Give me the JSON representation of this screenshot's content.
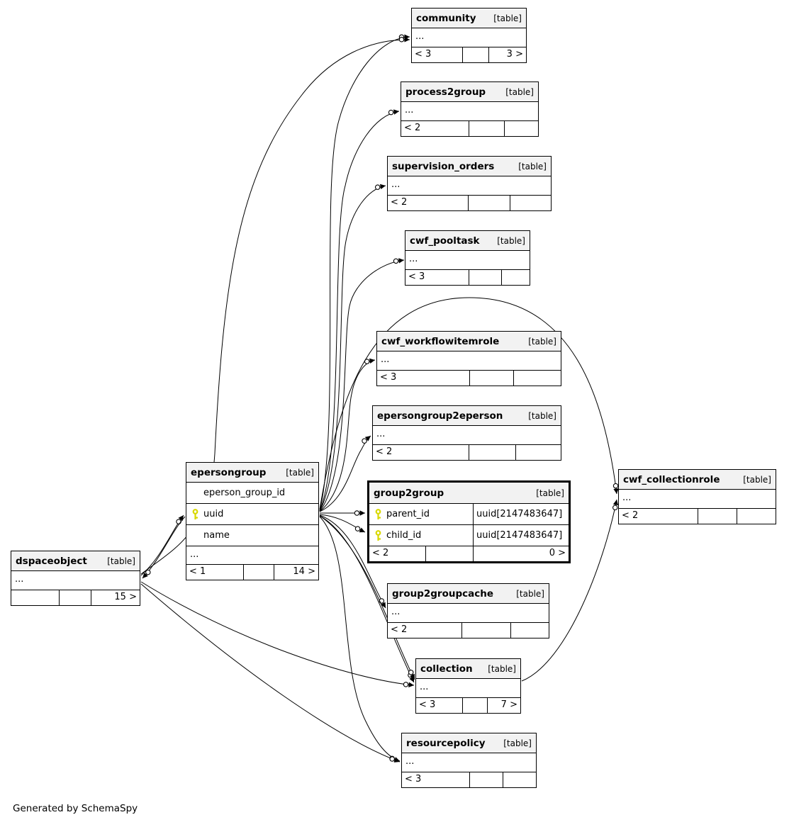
{
  "generated_by": "Generated by SchemaSpy",
  "colors": {
    "header_bg": "#f2f2f2",
    "border": "#000000",
    "key_icon": "#d8d800",
    "background": "#ffffff"
  },
  "tables": {
    "community": {
      "name": "community",
      "tag": "[table]",
      "ellipsis": "...",
      "footer": {
        "left": "< 3",
        "mid": "",
        "right": "3 >"
      }
    },
    "process2group": {
      "name": "process2group",
      "tag": "[table]",
      "ellipsis": "...",
      "footer": {
        "left": "< 2",
        "mid": "",
        "right": ""
      }
    },
    "supervision_orders": {
      "name": "supervision_orders",
      "tag": "[table]",
      "ellipsis": "...",
      "footer": {
        "left": "< 2",
        "mid": "",
        "right": ""
      }
    },
    "cwf_pooltask": {
      "name": "cwf_pooltask",
      "tag": "[table]",
      "ellipsis": "...",
      "footer": {
        "left": "< 3",
        "mid": "",
        "right": ""
      }
    },
    "cwf_workflowitemrole": {
      "name": "cwf_workflowitemrole",
      "tag": "[table]",
      "ellipsis": "...",
      "footer": {
        "left": "< 3",
        "mid": "",
        "right": ""
      }
    },
    "epersongroup2eperson": {
      "name": "epersongroup2eperson",
      "tag": "[table]",
      "ellipsis": "...",
      "footer": {
        "left": "< 2",
        "mid": "",
        "right": ""
      }
    },
    "group2group": {
      "name": "group2group",
      "tag": "[table]",
      "columns": [
        {
          "name": "parent_id",
          "type": "uuid[2147483647]",
          "key": true
        },
        {
          "name": "child_id",
          "type": "uuid[2147483647]",
          "key": true
        }
      ],
      "footer": {
        "left": "< 2",
        "mid": "",
        "right": "0 >"
      }
    },
    "cwf_collectionrole": {
      "name": "cwf_collectionrole",
      "tag": "[table]",
      "ellipsis": "...",
      "footer": {
        "left": "< 2",
        "mid": "",
        "right": ""
      }
    },
    "epersongroup": {
      "name": "epersongroup",
      "tag": "[table]",
      "columns": [
        {
          "name": "eperson_group_id",
          "key": false
        },
        {
          "name": "uuid",
          "key": true
        },
        {
          "name": "name",
          "key": false
        }
      ],
      "ellipsis": "...",
      "footer": {
        "left": "< 1",
        "mid": "",
        "right": "14 >"
      }
    },
    "dspaceobject": {
      "name": "dspaceobject",
      "tag": "[table]",
      "ellipsis": "...",
      "footer": {
        "left": "",
        "mid": "",
        "right": "15 >"
      }
    },
    "group2groupcache": {
      "name": "group2groupcache",
      "tag": "[table]",
      "ellipsis": "...",
      "footer": {
        "left": "< 2",
        "mid": "",
        "right": ""
      }
    },
    "collection": {
      "name": "collection",
      "tag": "[table]",
      "ellipsis": "...",
      "footer": {
        "left": "< 3",
        "mid": "",
        "right": "7 >"
      }
    },
    "resourcepolicy": {
      "name": "resourcepolicy",
      "tag": "[table]",
      "ellipsis": "...",
      "footer": {
        "left": "< 3",
        "mid": "",
        "right": ""
      }
    }
  }
}
